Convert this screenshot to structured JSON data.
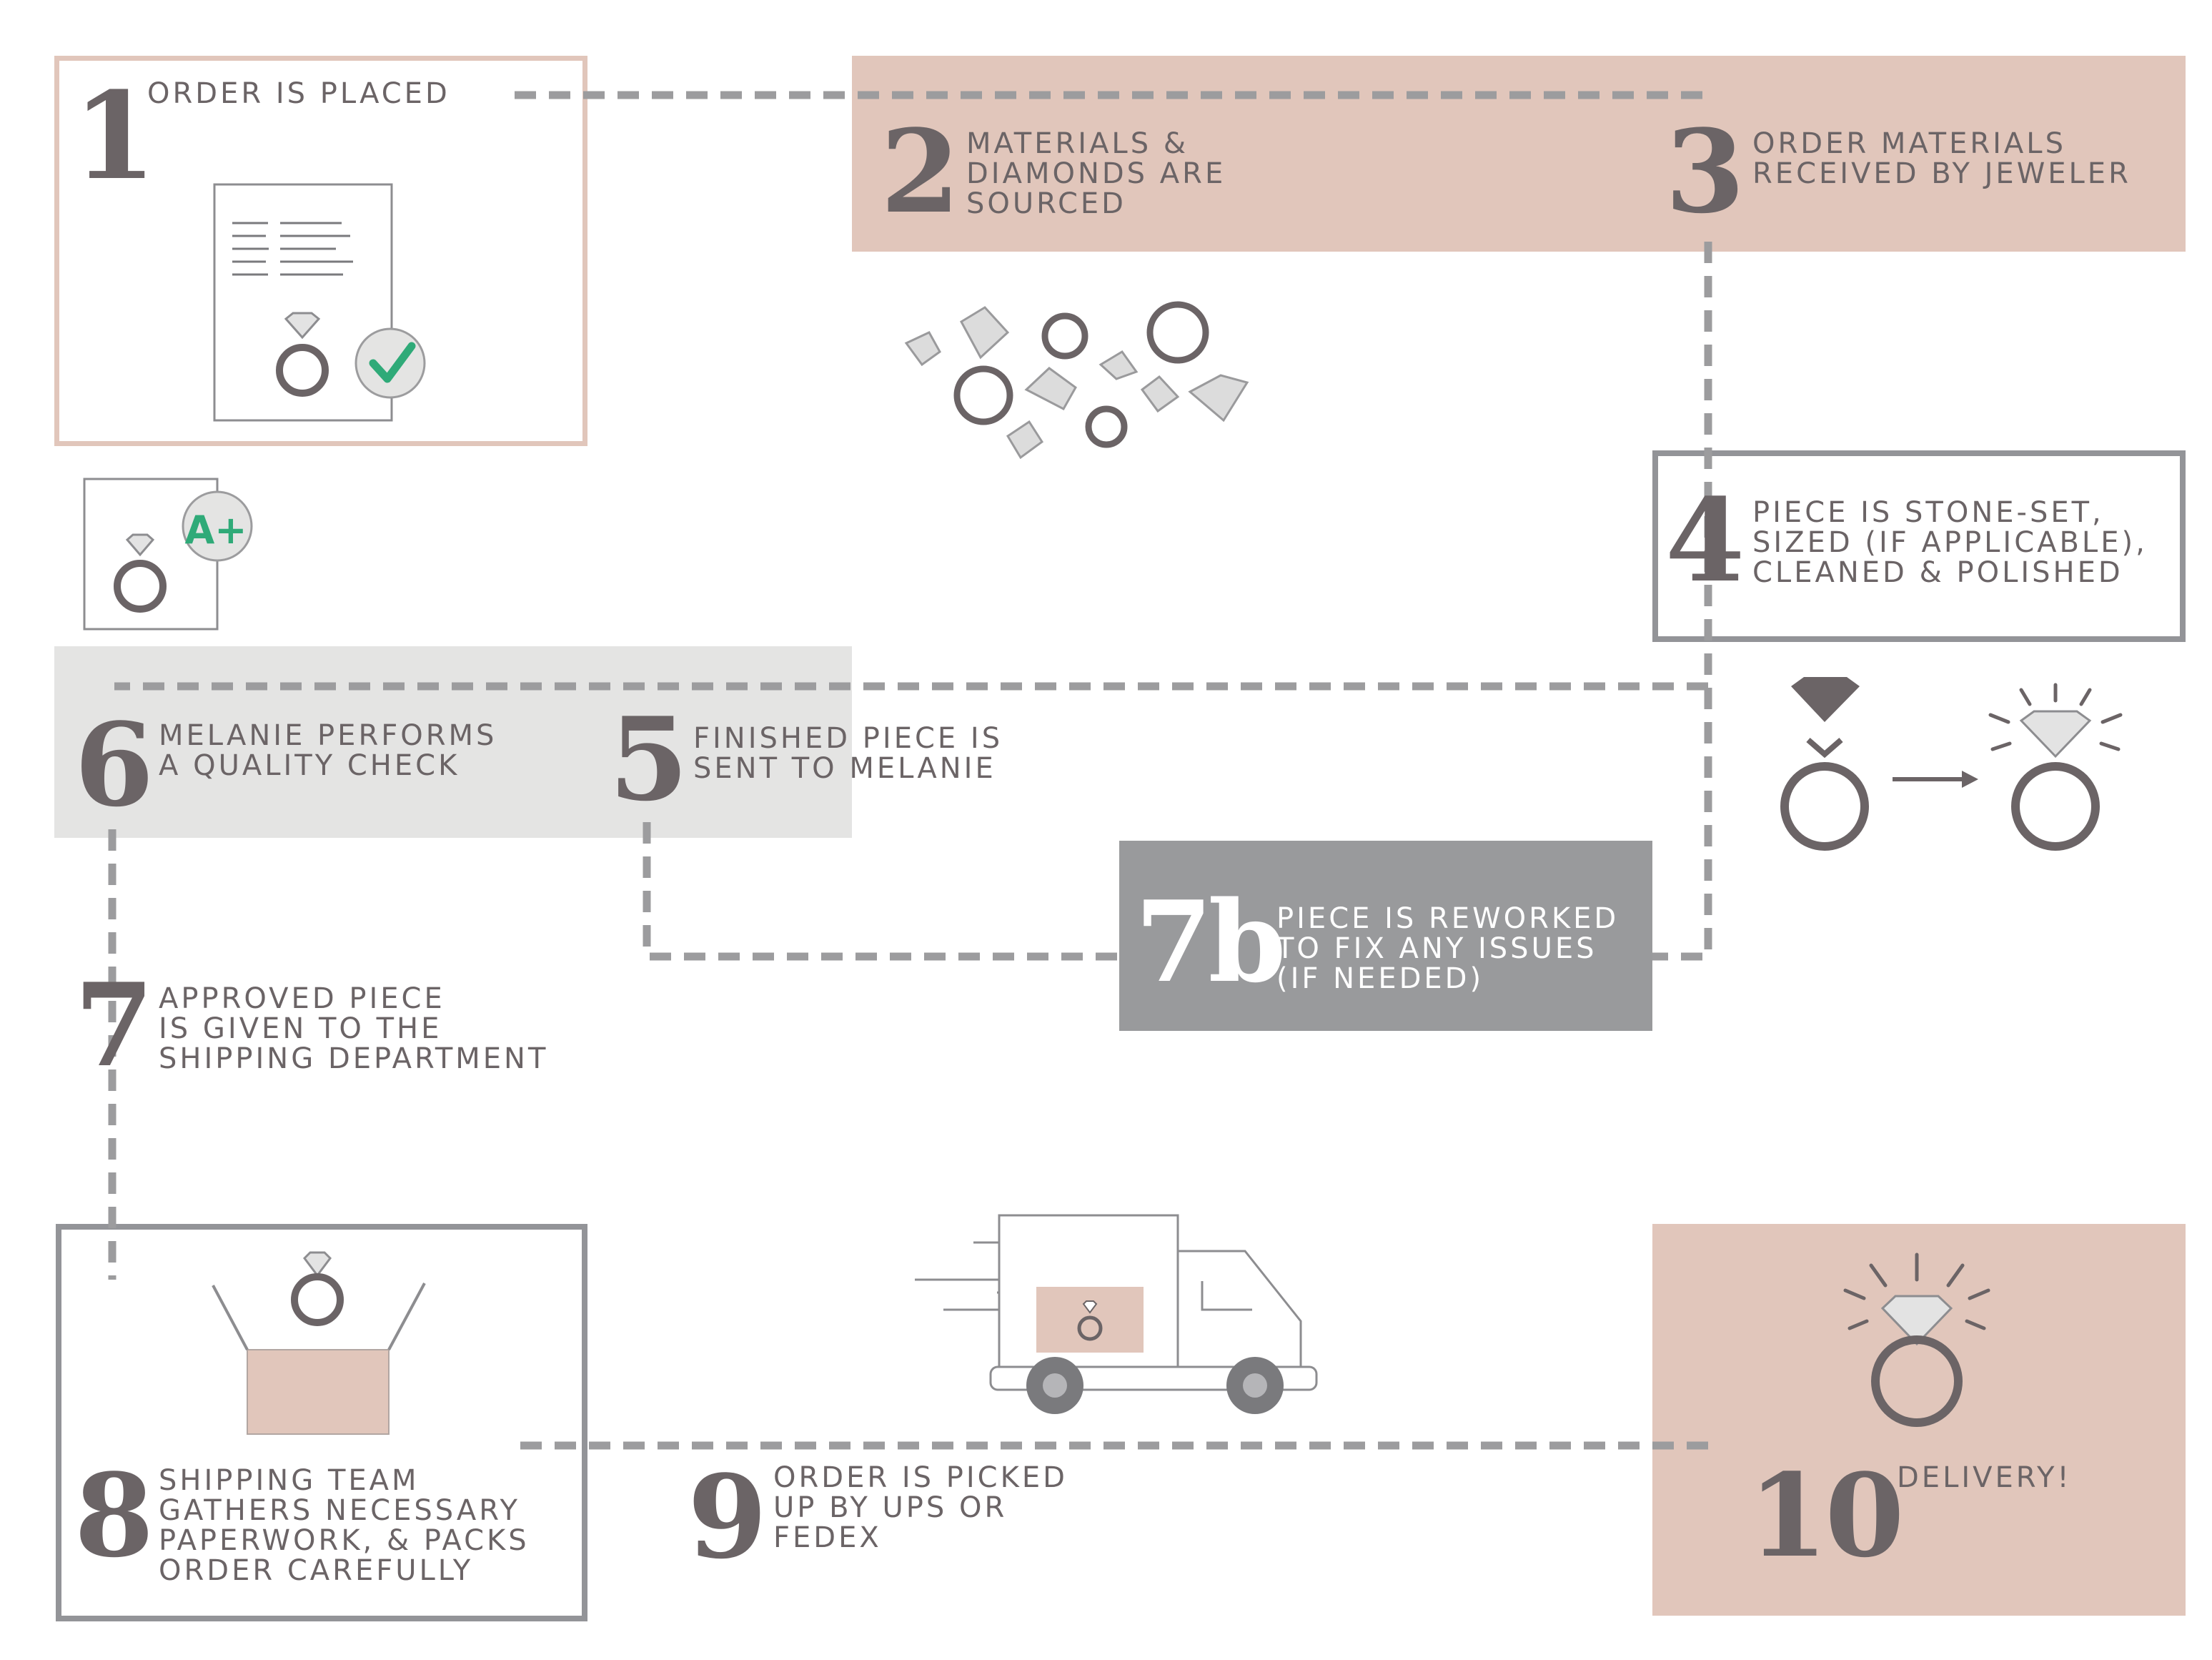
{
  "colors": {
    "blush": "#e1c6bb",
    "light_gray": "#e4e4e3",
    "mid_gray": "#999a9c",
    "border_gray": "#939498",
    "text": "#6b6466",
    "line": "#9c9c9e",
    "green": "#2faa78",
    "white": "#ffffff"
  },
  "steps": [
    {
      "number": "1",
      "label": "Order is placed"
    },
    {
      "number": "2",
      "label": "Materials &\nDiamonds are\nSourced"
    },
    {
      "number": "3",
      "label": "Order materials\nreceived by jeweler"
    },
    {
      "number": "4",
      "label": "Piece is stone-set,\nsized (if applicable),\ncleaned & polished"
    },
    {
      "number": "5",
      "label": "Finished piece is\nsent to Melanie"
    },
    {
      "number": "6",
      "label": "Melanie performs\na quality check"
    },
    {
      "number": "7",
      "label": "Approved piece\nis given to the\nshipping department"
    },
    {
      "number": "7b",
      "label": "Piece is reworked\nto fix any issues\n(if needed)"
    },
    {
      "number": "8",
      "label": "Shipping team\ngathers necessary\npaperwork, & packs\norder carefully"
    },
    {
      "number": "9",
      "label": "Order is picked\nup by UPS or\nFedEx"
    },
    {
      "number": "10",
      "label": "Delivery!"
    }
  ],
  "icons": {
    "order_document": "document-ring-check-icon",
    "loose_materials": "diamonds-and-rings-icon",
    "grade_card": "grade-a-plus-icon",
    "setting_process": "ring-setting-arrow-icon",
    "delivery_truck": "delivery-truck-icon",
    "packed_box": "open-box-ring-icon",
    "delivered_ring": "sparkling-ring-icon"
  },
  "grade_text": "A+"
}
